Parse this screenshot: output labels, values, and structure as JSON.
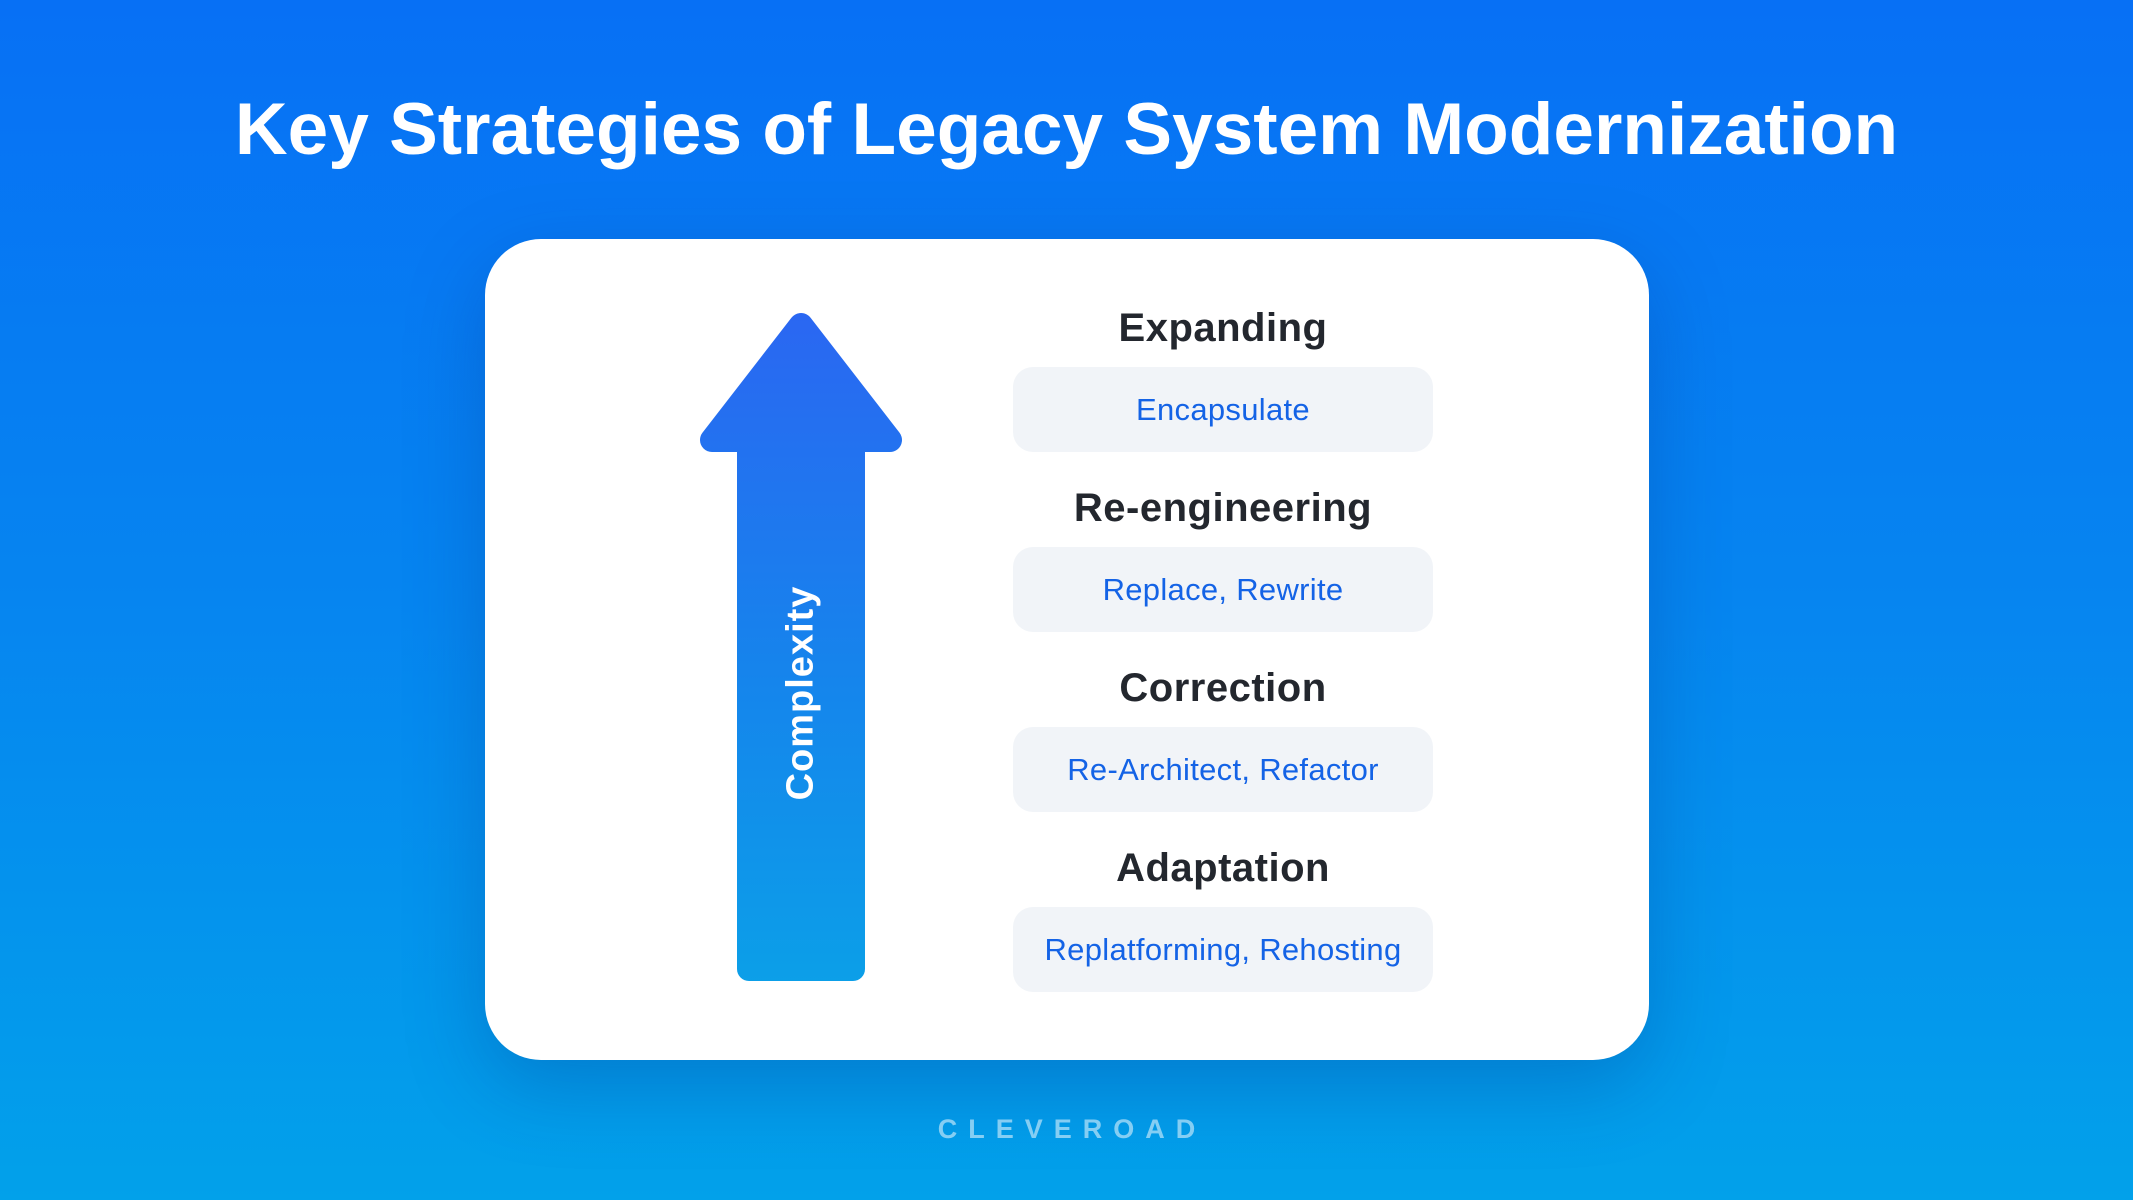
{
  "title": "Key Strategies of Legacy System Modernization",
  "arrow": {
    "label": "Complexity",
    "direction": "up"
  },
  "sections": [
    {
      "title": "Expanding",
      "methods": "Encapsulate"
    },
    {
      "title": "Re-engineering",
      "methods": "Replace, Rewrite"
    },
    {
      "title": "Correction",
      "methods": "Re-Architect, Refactor"
    },
    {
      "title": "Adaptation",
      "methods": "Replatforming, Rehosting"
    }
  ],
  "brand": "CLEVEROAD",
  "colors": {
    "background_top": "#0770F5",
    "background_mid": "#0685F0",
    "background_bottom": "#02A1EA",
    "arrow_gradient_top": "#2B66F2",
    "arrow_gradient_bottom": "#0BA0E8",
    "card_background": "#FFFFFF",
    "pill_background": "#F1F4F8",
    "pill_text": "#1463E6",
    "section_title_text": "#23272E",
    "title_text": "#FFFFFF",
    "brand_text": "#81D0F5"
  }
}
